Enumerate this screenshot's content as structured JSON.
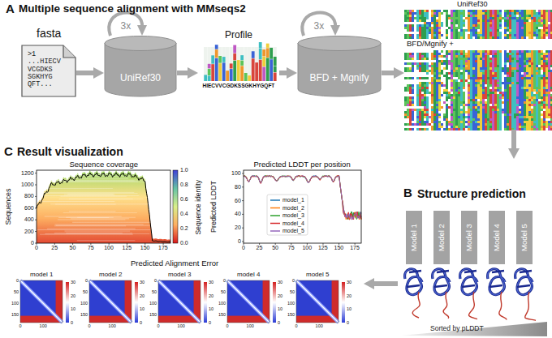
{
  "diagram": {
    "nodes": [
      {
        "text": [
          "fasta",
          ">1 ...HIECV VCGDKS SGKHYG QFT..."
        ]
      },
      {
        "text": [
          "UniRef30"
        ]
      },
      {
        "text": [
          "Profile",
          "HIECVVCGDKSSGKHYGQFT"
        ]
      },
      {
        "text": [
          "BFD + Mgnify"
        ]
      },
      {
        "text": [
          "UniRef30",
          "BFD/Mgnify +"
        ]
      },
      {
        "text": [
          "B",
          "Structure prediction"
        ]
      },
      {
        "text": [
          "Model 1"
        ],
        "in": 5
      },
      {
        "text": [
          "Model 2"
        ],
        "in": 5
      },
      {
        "text": [
          "Model 3"
        ],
        "in": 5
      },
      {
        "text": [
          "Model 4"
        ],
        "in": 5
      },
      {
        "text": [
          "Model 5"
        ],
        "in": 5
      },
      {
        "text": [
          "C",
          "Result visualization"
        ]
      }
    ],
    "edges": [
      {
        "from": 0,
        "to": 1,
        "arrow": "to"
      },
      {
        "from": 1,
        "to": 2,
        "arrow": "to"
      },
      {
        "from": 2,
        "to": 3,
        "arrow": "to"
      },
      {
        "from": 3,
        "to": 4,
        "arrow": "to"
      },
      {
        "from": 4,
        "to": 5,
        "arrow": "to"
      },
      {
        "from": 5,
        "to": 11,
        "arrow": "to"
      }
    ],
    "labels": [
      "A",
      "Multiple sequence alignment with MMseqs2",
      "3x",
      "3x",
      "Sequence coverage",
      "Sequences",
      "0",
      "200",
      "400",
      "600",
      "800",
      "1000",
      "1200",
      "0",
      "25",
      "50",
      "75",
      "100",
      "125",
      "150",
      "175",
      "0.0",
      "0.2",
      "0.4",
      "0.6",
      "0.8",
      "1.0",
      "Sequence identity",
      "Predicted LDDT per position",
      "Predicted LDDT",
      "0",
      "20",
      "40",
      "60",
      "80",
      "100",
      "0",
      "25",
      "50",
      "75",
      "100",
      "125",
      "150",
      "175",
      "Predicted Alignment Error",
      "model 1",
      "0",
      "50",
      "100",
      "150",
      "0",
      "100",
      "0",
      "10",
      "20",
      "30",
      "model 2",
      "0",
      "50",
      "100",
      "150",
      "0",
      "100",
      "0",
      "10",
      "20",
      "30",
      "model 3",
      "0",
      "50",
      "100",
      "150",
      "0",
      "100",
      "0",
      "10",
      "20",
      "30",
      "model 4",
      "0",
      "50",
      "100",
      "150",
      "0",
      "100",
      "0",
      "10",
      "20",
      "30",
      "model 5",
      "0",
      "50",
      "100",
      "150",
      "0",
      "100",
      "0",
      "10",
      "20",
      "30",
      "Sorted by pLDDT"
    ],
    "legend": [
      {
        "text": "model_1"
      },
      {
        "text": "model_2"
      },
      {
        "text": "model_3"
      },
      {
        "text": "model_4"
      },
      {
        "text": "model_5"
      }
    ]
  }
}
